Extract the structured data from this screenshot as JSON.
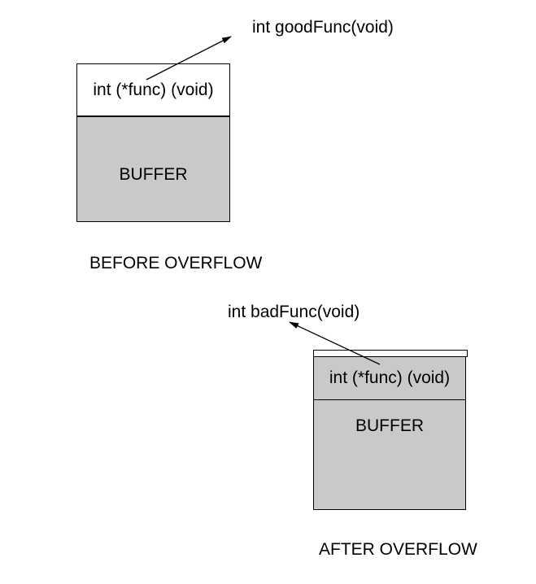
{
  "diagram": {
    "colors": {
      "background": "#ffffff",
      "buffer_fill": "#c9c9c9",
      "pointer_cell_before_fill": "#ffffff",
      "stroke": "#000000",
      "text": "#000000"
    },
    "icons": {
      "before_pointer_arrow": "arrow-up-right",
      "after_pointer_arrow": "arrow-up-left"
    },
    "before": {
      "target_label": "int goodFunc(void)",
      "pointer_label": "int (*func) (void)",
      "buffer_label": "BUFFER",
      "caption": "BEFORE OVERFLOW"
    },
    "after": {
      "target_label": "int badFunc(void)",
      "pointer_label": "int (*func) (void)",
      "buffer_label": "BUFFER",
      "caption": "AFTER OVERFLOW"
    }
  }
}
